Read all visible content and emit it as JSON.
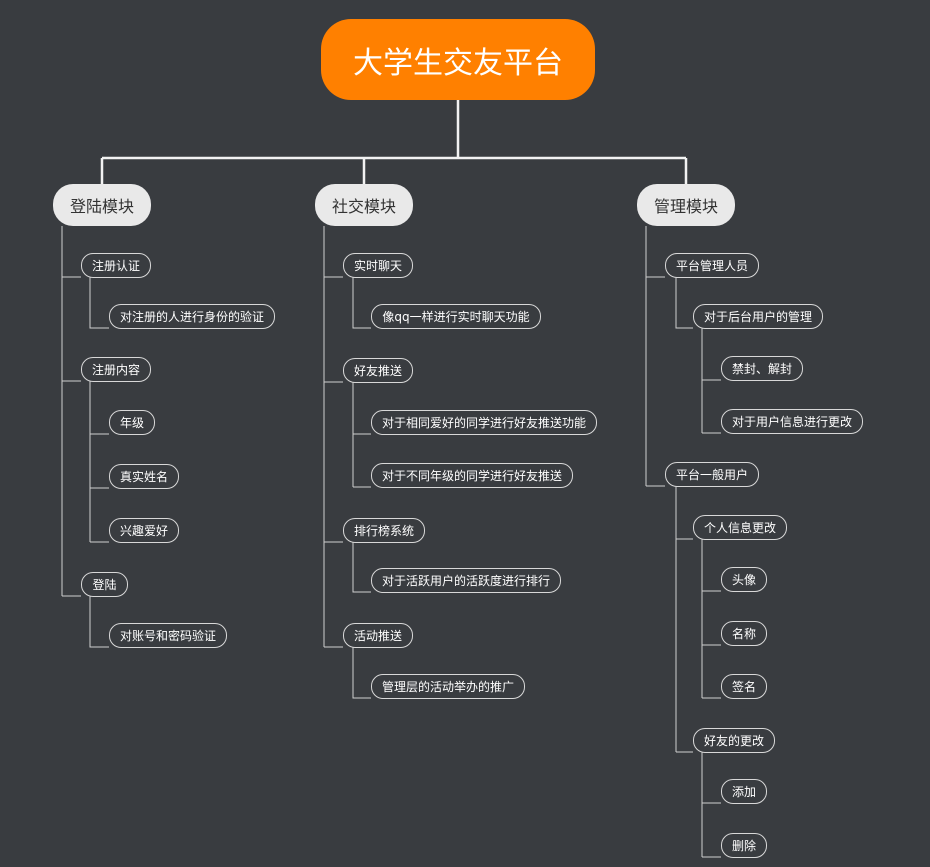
{
  "root": {
    "label": "大学生交友平台"
  },
  "modules": [
    {
      "label": "登陆模块",
      "children": [
        {
          "label": "注册认证",
          "children": [
            {
              "label": "对注册的人进行身份的验证"
            }
          ]
        },
        {
          "label": "注册内容",
          "children": [
            {
              "label": "年级"
            },
            {
              "label": "真实姓名"
            },
            {
              "label": "兴趣爱好"
            }
          ]
        },
        {
          "label": "登陆",
          "children": [
            {
              "label": "对账号和密码验证"
            }
          ]
        }
      ]
    },
    {
      "label": "社交模块",
      "children": [
        {
          "label": "实时聊天",
          "children": [
            {
              "label": "像qq一样进行实时聊天功能"
            }
          ]
        },
        {
          "label": "好友推送",
          "children": [
            {
              "label": "对于相同爱好的同学进行好友推送功能"
            },
            {
              "label": "对于不同年级的同学进行好友推送"
            }
          ]
        },
        {
          "label": "排行榜系统",
          "children": [
            {
              "label": "对于活跃用户的活跃度进行排行"
            }
          ]
        },
        {
          "label": "活动推送",
          "children": [
            {
              "label": "管理层的活动举办的推广"
            }
          ]
        }
      ]
    },
    {
      "label": "管理模块",
      "children": [
        {
          "label": "平台管理人员",
          "children": [
            {
              "label": "对于后台用户的管理",
              "children": [
                {
                  "label": "禁封、解封"
                },
                {
                  "label": "对于用户信息进行更改"
                }
              ]
            }
          ]
        },
        {
          "label": "平台一般用户",
          "children": [
            {
              "label": "个人信息更改",
              "children": [
                {
                  "label": "头像"
                },
                {
                  "label": "名称"
                },
                {
                  "label": "签名"
                }
              ]
            },
            {
              "label": "好友的更改",
              "children": [
                {
                  "label": "添加"
                },
                {
                  "label": "删除"
                }
              ]
            }
          ]
        }
      ]
    }
  ],
  "colors": {
    "background": "#393c40",
    "root": "#ff8000",
    "module": "#e9e9e9",
    "line": "#d8d8d8",
    "connector": "#ffffff"
  }
}
